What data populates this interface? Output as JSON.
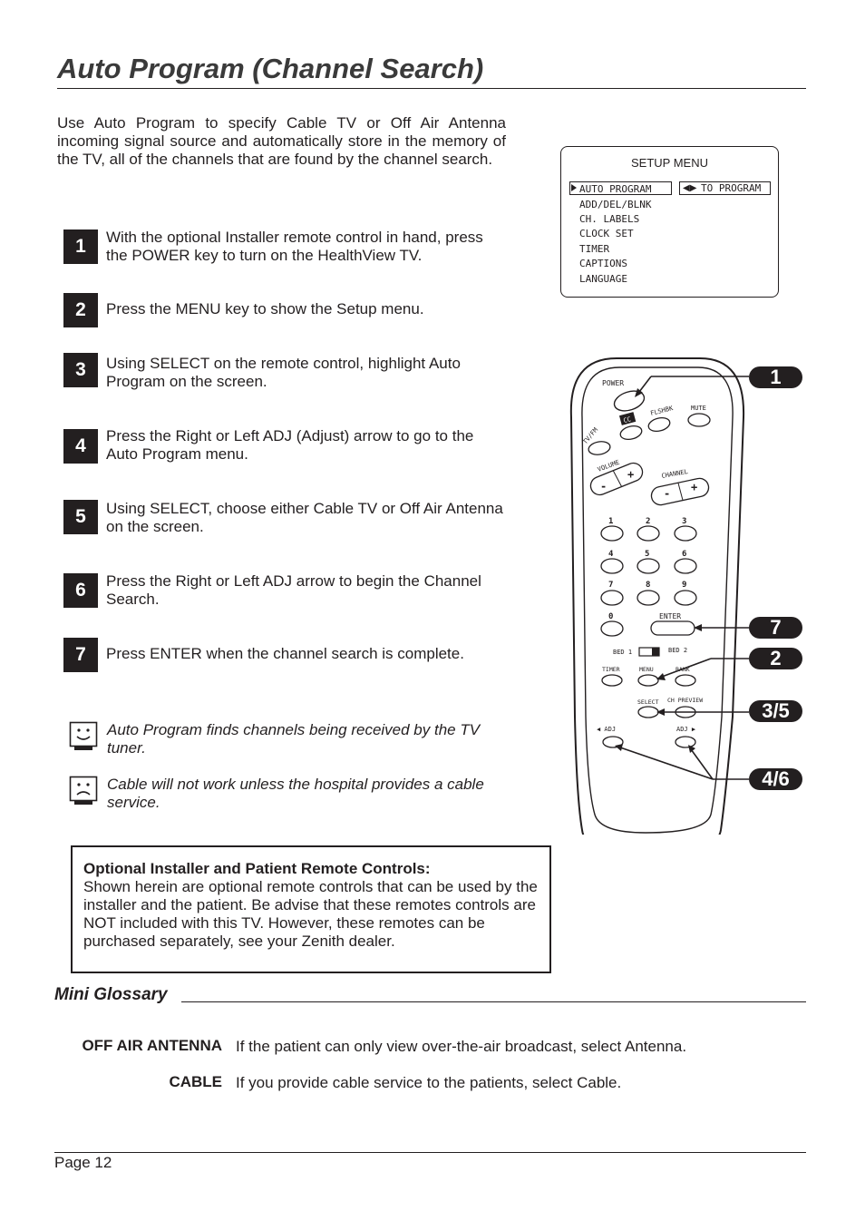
{
  "title": "Auto Program (Channel Search)",
  "intro": "Use Auto Program to specify Cable TV or Off Air Antenna incoming signal source and automatically store in the memory of the TV, all of the channels that are found by the channel search.",
  "steps": [
    {
      "num": "1",
      "text": "With the optional Installer remote control in hand, press the POWER key to turn on the HealthView TV."
    },
    {
      "num": "2",
      "text": "Press the MENU key to show the Setup menu."
    },
    {
      "num": "3",
      "text": "Using SELECT on the remote control, highlight Auto Program on the screen."
    },
    {
      "num": "4",
      "text": "Press the Right or Left ADJ (Adjust) arrow to go to the Auto Program menu."
    },
    {
      "num": "5",
      "text": "Using SELECT, choose either Cable TV or Off Air Antenna on the screen."
    },
    {
      "num": "6",
      "text": "Press the Right or Left ADJ arrow to begin the Channel Search."
    },
    {
      "num": "7",
      "text": "Press ENTER when the channel search is complete."
    }
  ],
  "notes": [
    {
      "icon": "happy-face-icon",
      "text": "Auto Program finds channels being received by the TV tuner."
    },
    {
      "icon": "sad-face-icon",
      "text": "Cable will not work unless the hospital provides a cable service."
    }
  ],
  "optional_box": {
    "title": "Optional Installer and Patient Remote Controls:",
    "body": "Shown herein are optional remote controls that can be used by the installer and the patient. Be advise that these remotes controls are NOT included with this TV. However, these remotes can be purchased separately, see your Zenith  dealer."
  },
  "glossary": {
    "title": "Mini Glossary",
    "entries": [
      {
        "term": "OFF AIR ANTENNA",
        "definition": "If the patient can only view over-the-air broadcast, select Antenna."
      },
      {
        "term": "CABLE",
        "definition": "If you provide cable service to the patients, select Cable."
      }
    ]
  },
  "footer": {
    "page": "Page 12"
  },
  "setup_menu": {
    "title": "SETUP MENU",
    "items": [
      "AUTO PROGRAM",
      "ADD/DEL/BLNK",
      "CH. LABELS",
      "CLOCK SET",
      "TIMER",
      "CAPTIONS",
      "LANGUAGE"
    ],
    "selected": "AUTO PROGRAM",
    "hint_arrows": "◀▶",
    "hint": "TO PROGRAM"
  },
  "remote": {
    "power": "POWER",
    "flshbk": "FLSHBK",
    "mute": "MUTE",
    "cc": "CC",
    "tvfm": "TV/FM",
    "volume": "VOLUME",
    "channel": "CHANNEL",
    "minus": "-",
    "plus": "+",
    "digits": [
      "1",
      "2",
      "3",
      "4",
      "5",
      "6",
      "7",
      "8",
      "9",
      "0"
    ],
    "enter": "ENTER",
    "bed1": "BED 1",
    "bed2": "BED 2",
    "timer": "TIMER",
    "menu": "MENU",
    "bank": "BANK",
    "select": "SELECT",
    "ch_preview": "CH PREVIEW",
    "adj_left": "◀ ADJ",
    "adj_right": "ADJ ▶"
  },
  "callouts": [
    "1",
    "7",
    "2",
    "3/5",
    "4/6"
  ]
}
